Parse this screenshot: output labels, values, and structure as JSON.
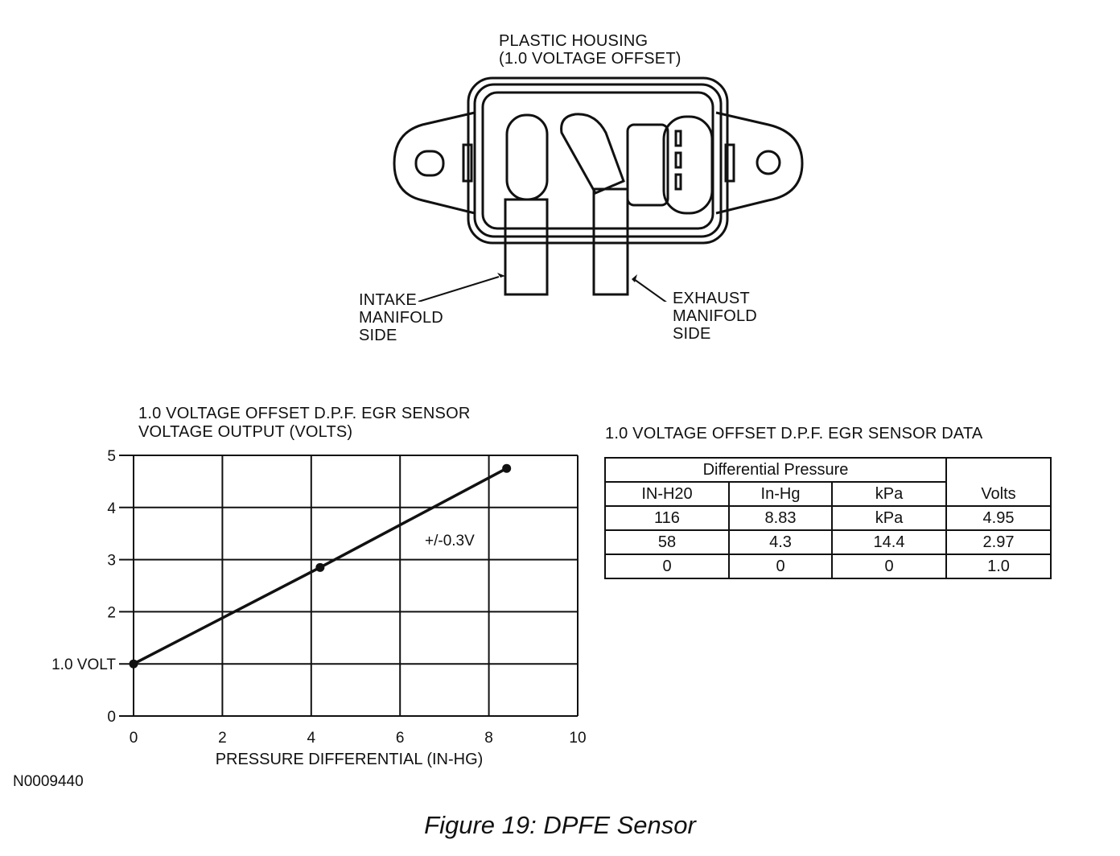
{
  "sensor": {
    "housing_label": [
      "PLASTIC HOUSING",
      "(1.0 VOLTAGE OFFSET)"
    ],
    "intake_label": [
      "INTAKE",
      "MANIFOLD",
      "SIDE"
    ],
    "exhaust_label": [
      "EXHAUST",
      "MANIFOLD",
      "SIDE"
    ]
  },
  "chart_data": {
    "type": "line",
    "title": "1.0 VOLTAGE OFFSET D.P.F. EGR SENSOR",
    "ylabel": "VOLTAGE OUTPUT (VOLTS)",
    "xlabel": "PRESSURE DIFFERENTIAL (IN-HG)",
    "xlim": [
      0,
      10
    ],
    "ylim": [
      0,
      5
    ],
    "x_ticks": [
      "0",
      "2",
      "4",
      "6",
      "8",
      "10"
    ],
    "y_ticks": [
      "0",
      "1.0 VOLT",
      "2",
      "3",
      "4",
      "5"
    ],
    "grid": true,
    "series": [
      {
        "x": [
          0,
          4.2,
          8.4
        ],
        "y": [
          1.0,
          2.85,
          4.75
        ]
      }
    ],
    "annotation": "+/-0.3V"
  },
  "table": {
    "title": "1.0 VOLTAGE OFFSET D.P.F. EGR SENSOR DATA",
    "group_header": "Differential Pressure",
    "columns": [
      "IN-H20",
      "In-Hg",
      "kPa",
      "Volts"
    ],
    "rows": [
      [
        "116",
        "8.83",
        "kPa",
        "4.95"
      ],
      [
        "58",
        "4.3",
        "14.4",
        "2.97"
      ],
      [
        "0",
        "0",
        "0",
        "1.0"
      ]
    ]
  },
  "figure_id": "N0009440",
  "caption": "Figure 19: DPFE Sensor"
}
